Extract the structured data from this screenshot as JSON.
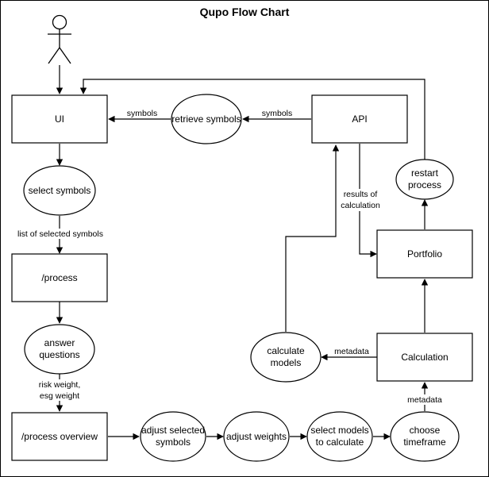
{
  "title": "Qupo Flow Chart",
  "actor": "user-actor",
  "nodes": {
    "ui": {
      "label": "UI"
    },
    "retrieve_symbols": {
      "label": "retrieve symbols"
    },
    "api": {
      "label": "API"
    },
    "select_symbols": {
      "label": "select symbols"
    },
    "restart_process": {
      "label_lines": [
        "restart",
        "process"
      ]
    },
    "process": {
      "label": "/process"
    },
    "portfolio": {
      "label": "Portfolio"
    },
    "answer_questions": {
      "label_lines": [
        "answer",
        "questions"
      ]
    },
    "calculate_models": {
      "label_lines": [
        "calculate",
        "models"
      ]
    },
    "calculation": {
      "label": "Calculation"
    },
    "process_overview": {
      "label": "/process overview"
    },
    "adjust_selected_symbols": {
      "label_lines": [
        "adjust selected",
        "symbols"
      ]
    },
    "adjust_weights": {
      "label": "adjust weights"
    },
    "select_models": {
      "label_lines": [
        "select models",
        "to calculate"
      ]
    },
    "choose_timeframe": {
      "label_lines": [
        "choose",
        "timeframe"
      ]
    }
  },
  "edges": {
    "retrieve_to_ui": {
      "label": "symbols"
    },
    "api_to_retrieve": {
      "label": "symbols"
    },
    "select_to_process": {
      "label": "list of selected symbols"
    },
    "api_to_portfolio": {
      "label_lines": [
        "results of",
        "calculation"
      ]
    },
    "answer_to_overview": {
      "label_lines": [
        "risk weight,",
        "esg weight"
      ]
    },
    "calculation_to_models": {
      "label": "metadata"
    },
    "timeframe_to_calculation": {
      "label": "metadata"
    }
  }
}
